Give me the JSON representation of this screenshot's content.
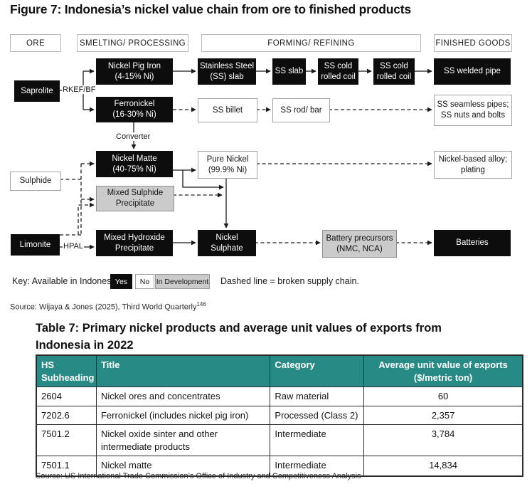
{
  "figure": {
    "title": "Figure 7: Indonesia’s nickel value chain from ore to finished products",
    "stages": [
      "ORE",
      "SMELTING/ PROCESSING",
      "FORMING/ REFINING",
      "FINISHED GOODS"
    ],
    "nodes": {
      "saprolite": "Saprolite",
      "sulphide": "Sulphide",
      "limonite": "Limonite",
      "npi": "Nickel Pig Iron\n(4-15% Ni)",
      "ferronickel": "Ferronickel\n(16-30% Ni)",
      "nickel_matte": "Nickel Matte\n(40-75% Ni)",
      "msp": "Mixed Sulphide\nPrecipitate",
      "mhp": "Mixed Hydroxide\nPrecipitate",
      "ss_slab_full": "Stainless Steel\n(SS) slab",
      "ss_slab": "SS slab",
      "ss_crc1": "SS cold\nrolled coil",
      "ss_crc2": "SS cold\nrolled coil",
      "ss_billet": "SS billet",
      "ss_rod_bar": "SS rod/ bar",
      "pure_nickel": "Pure Nickel\n(99.9% Ni)",
      "nickel_sulphate": "Nickel\nSulphate",
      "battery_precursors": "Battery precursors\n(NMC, NCA)",
      "ss_welded_pipe": "SS welded pipe",
      "ss_seamless": "SS seamless pipes;\nSS nuts and bolts",
      "nickel_alloy": "Nickel-based alloy;\nplating",
      "batteries": "Batteries"
    },
    "labels": {
      "rkef_bf": "RKEF/BF",
      "converter": "Converter",
      "hpal": "HPAL"
    },
    "key": {
      "prefix": "Key: Available in Indonesia?",
      "yes": "Yes",
      "no": "No",
      "in_development": "In Development",
      "dashed_note": "Dashed line = broken supply chain."
    },
    "source": "Source: Wijaya & Jones (2025), Third World Quarterly",
    "source_footnote": "146"
  },
  "table": {
    "title": "Table 7: Primary nickel products and average unit values of exports from Indonesia in 2022",
    "columns": [
      "HS Subheading",
      "Title",
      "Category",
      "Average unit value of exports ($/metric ton)"
    ],
    "rows": [
      {
        "hs": "2604",
        "title": "Nickel ores and concentrates",
        "category": "Raw material",
        "value": "60"
      },
      {
        "hs": "7202.6",
        "title": "Ferronickel (includes nickel pig iron)",
        "category": "Processed (Class 2)",
        "value": "2,357"
      },
      {
        "hs": "7501.2",
        "title": "Nickel oxide sinter and other intermediate products",
        "category": "Intermediate",
        "value": "3,784"
      },
      {
        "hs": "7501.1",
        "title": "Nickel matte",
        "category": "Intermediate",
        "value": "14,834"
      }
    ],
    "source": "Source: US International Trade Commission’s Office of Industry and Competitiveness Analysis"
  },
  "colors": {
    "teal_header": "#278a85",
    "node_black": "#0d0d0d",
    "node_gray": "#cbcbcb"
  }
}
